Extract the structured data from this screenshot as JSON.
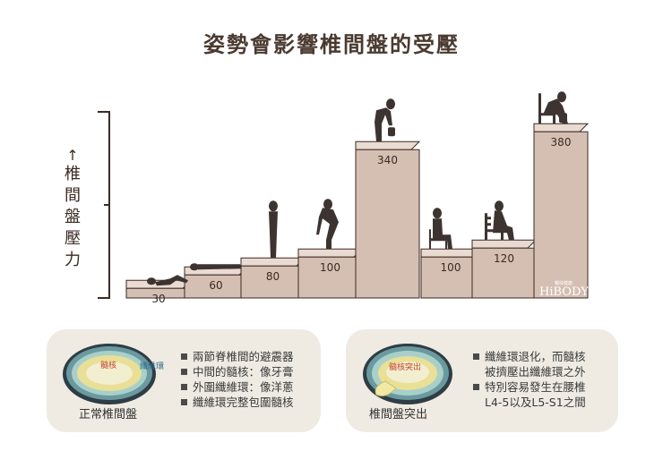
{
  "title": "姿勢會影響椎間盤的受壓",
  "ylabel": "↑椎間盤壓力",
  "brand": {
    "main": "HiBODY",
    "small": "暢快健康"
  },
  "chart_data": {
    "type": "bar",
    "title": "姿勢會影響椎間盤的受壓",
    "ylabel": "椎間盤壓力",
    "categories": [
      "躺平",
      "側躺",
      "站立",
      "站立前傾",
      "站立彎腰提物",
      "坐姿",
      "坐姿前傾",
      "坐姿彎腰提物"
    ],
    "values": [
      30,
      60,
      80,
      100,
      340,
      100,
      120,
      380
    ],
    "value_labels": [
      "30",
      "60",
      "80",
      "100",
      "340",
      "100",
      "120",
      "380"
    ],
    "colors": {
      "front": "#d5beb2",
      "top": "#eadbd2",
      "side": "#b59d90",
      "edge": "#3a2a22"
    }
  },
  "panels": {
    "normal": {
      "caption": "正常椎間盤",
      "nucleus_label": "髓核",
      "annulus_label": "纖維環",
      "bullets": [
        "兩節脊椎間的避震器",
        "中間的髓核：像牙膏",
        "外圍纖維環：像洋蔥",
        "纖維環完整包圍髓核"
      ]
    },
    "herniated": {
      "caption": "椎間盤突出",
      "nucleus_label": "髓核突出",
      "bullets": [
        "纖維環退化，而髓核",
        "被擠壓出纖維環之外",
        "特別容易發生在腰椎",
        "L4-5以及L5-S1之間"
      ]
    }
  }
}
